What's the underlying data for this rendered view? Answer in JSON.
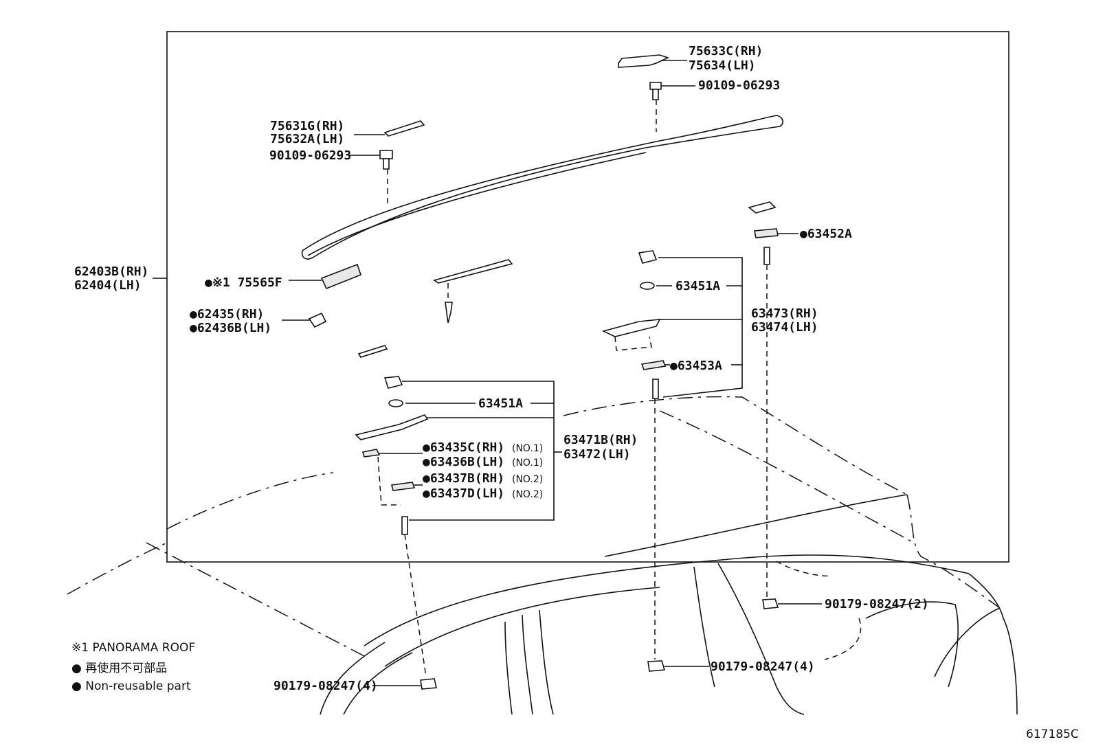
{
  "figure_id": "617185C",
  "labels": {
    "l75633": "75633C(RH)",
    "l75634": "75634(LH)",
    "l90109_top": "90109-06293",
    "l75631": "75631G(RH)",
    "l75632": "75632A(LH)",
    "l90109_left": "90109-06293",
    "l62403": "62403B(RH)",
    "l62404": "62404(LH)",
    "l75565": "●※1 75565F",
    "l62435": "●62435(RH)",
    "l62436": "●62436B(LH)",
    "l63452": "●63452A",
    "l63451_right": "63451A",
    "l63473": "63473(RH)",
    "l63474": "63474(LH)",
    "l63453": "●63453A",
    "l63451_left": "63451A",
    "l63471": "63471B(RH)",
    "l63472": "63472(LH)",
    "l63435": "●63435C(RH)",
    "l63436": "●63436B(LH)",
    "l63437b": "●63437B(RH)",
    "l63437d": "●63437D(LH)",
    "no1a": "(NO.1)",
    "no1b": "(NO.1)",
    "no2a": "(NO.2)",
    "no2b": "(NO.2)",
    "l90179_right": "90179-08247(2)",
    "l90179_mid": "90179-08247(4)",
    "l90179_left": "90179-08247(4)"
  },
  "legend": {
    "panorama": "※1 PANORAMA ROOF",
    "jp": "● 再使用不可部品",
    "en": "● Non-reusable part"
  }
}
